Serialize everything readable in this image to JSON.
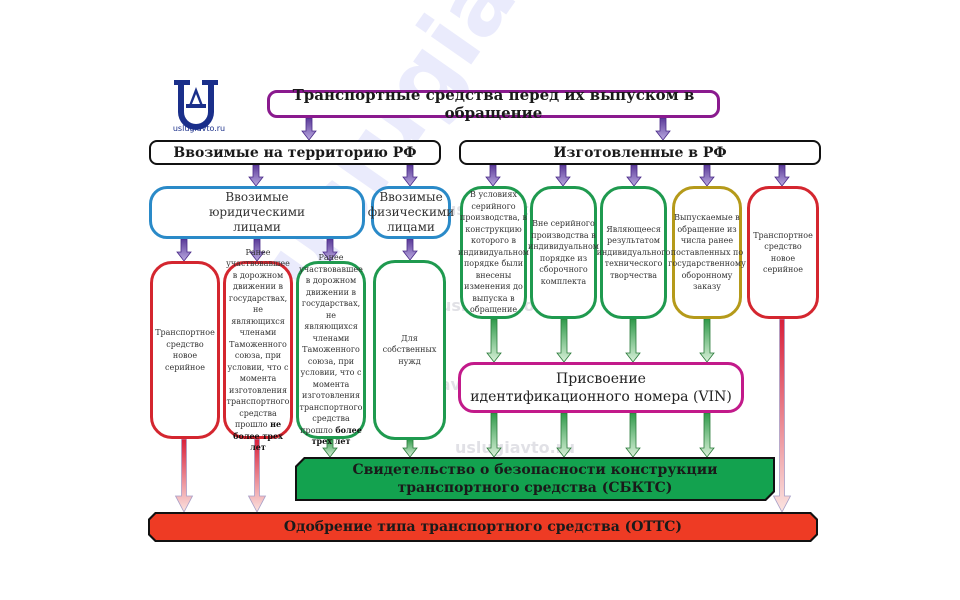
{
  "logo": {
    "site": "uslugiavto.ru",
    "icon": "au-logo-icon"
  },
  "watermark": "uslugiavto.ru",
  "colors": {
    "title_border": "#8a1a8e",
    "sub_border": "#2a8ac8",
    "red": "#d4262f",
    "green": "#1f9a4f",
    "olive": "#b59a1a",
    "vin_border": "#c21a8a",
    "sbkts_fill": "#13a24f",
    "otts_fill": "#ee3b24",
    "purple_arrow": "#6a4aa8"
  },
  "title": "Транспортные средства перед их выпуском в обращение",
  "branches": {
    "imported": "Ввозимые на территорию РФ",
    "domestic": "Изготовленные в РФ"
  },
  "imported_sub": {
    "legal": "Ввозимые юридическими лицами",
    "physical": "Ввозимые физическими лицами"
  },
  "imported_leaves": [
    {
      "text": "Транспортное средство новое серийное"
    },
    {
      "text": "Ранее участвовавшее в дорожном движении в государствах, не являющихся членами Таможенного союза, при условии, что с момента изготовления транспортного средства прошло",
      "bold": "не более трех лет"
    },
    {
      "text": "Ранее участвовавшее в дорожном движении в государствах, не являющихся членами Таможенного союза, при условии, что с момента изготовления транспортного средства прошло",
      "bold": "более трех лет"
    },
    {
      "text": "Для собственных нужд"
    }
  ],
  "domestic_leaves": [
    {
      "text": "В условиях серийного производства, в конструкцию которого в индивидуальном порядке были внесены изменения до выпуска в обращение"
    },
    {
      "text": "Вне серийного производства в индивидуальном порядке из сборочного комплекта"
    },
    {
      "text": "Являющееся результатом индивидуального технического творчества"
    },
    {
      "text": "Выпускаемые в обращение из числа ранее поставленных по государственному оборонному заказу"
    },
    {
      "text": "Транспортное средство новое серийное"
    }
  ],
  "vin": {
    "line1": "Присвоение",
    "line2": "идентификационного номера (VIN)"
  },
  "sbkts": {
    "line1": "Свидетельство о безопасности конструкции",
    "line2": "транспортного средства (СБКТС)"
  },
  "otts": "Одобрение типа транспортного средства (ОТТС)"
}
